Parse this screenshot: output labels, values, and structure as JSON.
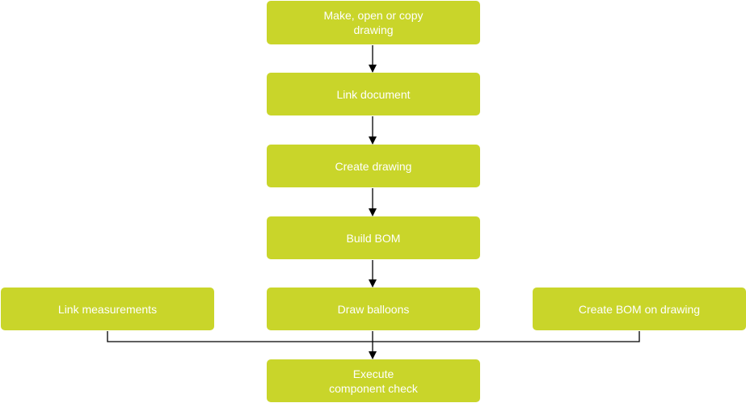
{
  "colors": {
    "node_fill": "#c9d52a",
    "node_text": "#ffffff",
    "connector": "#000000"
  },
  "flowchart": {
    "nodes": {
      "make_open_copy": "Make, open or copy\ndrawing",
      "link_document": "Link document",
      "create_drawing": "Create drawing",
      "build_bom": "Build BOM",
      "link_measurements": "Link measurements",
      "draw_balloons": "Draw balloons",
      "create_bom_on_drawing": "Create BOM on drawing",
      "execute_component_check": "Execute\ncomponent check"
    }
  }
}
